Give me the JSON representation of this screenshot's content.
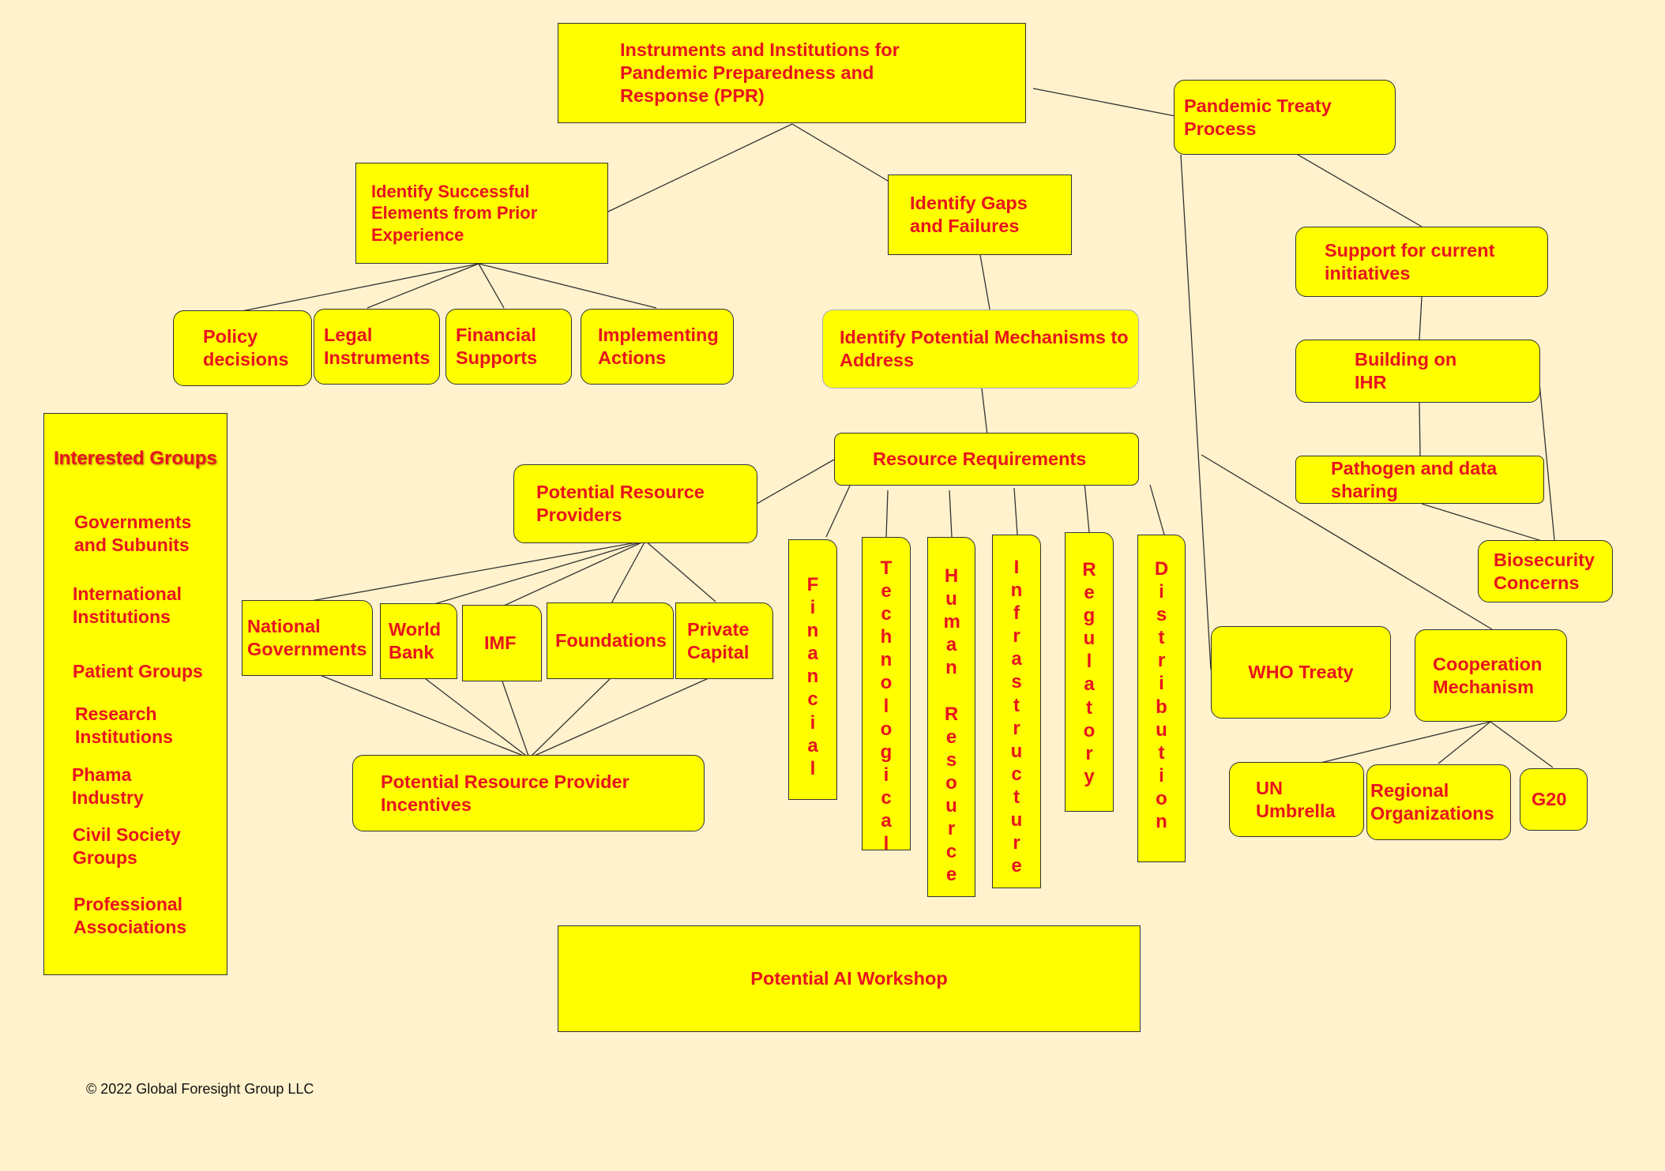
{
  "root": "Instruments and Institutions for\nPandemic Preparedness and\nResponse (PPR)",
  "success": "Identify Successful\nElements from Prior\nExperience",
  "success_items": [
    "Policy\ndecisions",
    "Legal\nInstruments",
    "Financial\nSupports",
    "Implementing\nActions"
  ],
  "gaps": "Identify Gaps\nand Failures",
  "mechanisms": "Identify Potential Mechanisms to\nAddress",
  "resources": "Resource Requirements",
  "resource_types": [
    "Financial",
    "Technological",
    "Human Resource",
    "Infrastructure",
    "Regulatory",
    "Distribution"
  ],
  "providers": "Potential Resource\nProviders",
  "provider_items": [
    "National\nGovernments",
    "World\nBank",
    "IMF",
    "Foundations",
    "Private\nCapital"
  ],
  "incentives": "Potential Resource Provider\nIncentives",
  "treaty_process": "Pandemic Treaty\nProcess",
  "treaty_items": [
    "Support for current\ninitiatives",
    "Building on\nIHR",
    "Pathogen and data\nsharing",
    "Biosecurity\nConcerns"
  ],
  "who_treaty": "WHO Treaty",
  "cooperation": "Cooperation\nMechanism",
  "cooperation_items": [
    "UN\nUmbrella",
    "Regional\nOrganizations",
    "G20"
  ],
  "interested_groups": {
    "title": "Interested Groups",
    "items": [
      "Governments\nand Subunits",
      "International\nInstitutions",
      "Patient Groups",
      "Research\nInstitutions",
      "Phama\nIndustry",
      "Civil Society\nGroups",
      "Professional\nAssociations"
    ]
  },
  "workshop": "Potential AI Workshop",
  "copyright": "© 2022 Global Foresight Group LLC",
  "colors": {
    "background": "#fff2cc",
    "node_fill": "#ffff00",
    "text": "#e8131e",
    "line": "#333333"
  }
}
